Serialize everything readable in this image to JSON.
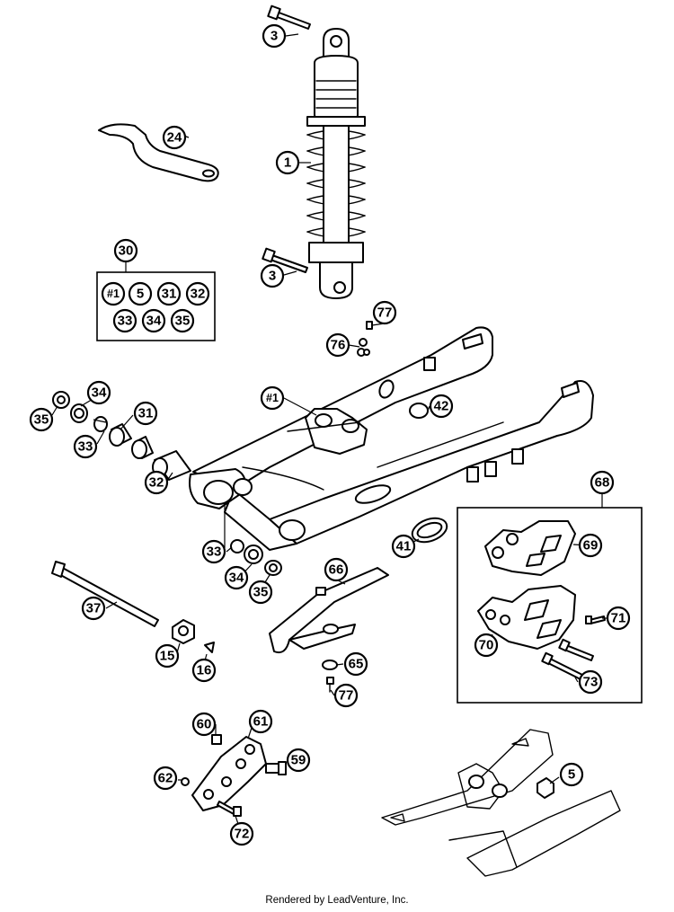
{
  "callouts": {
    "c3a": "3",
    "c24": "24",
    "c1": "1",
    "c3b": "3",
    "c30": "30",
    "kit_items": [
      "#1",
      "5",
      "31",
      "32",
      "33",
      "34",
      "35"
    ],
    "c77a": "77",
    "c76": "76",
    "c34a": "34",
    "c35a": "35",
    "c31": "31",
    "c33a": "33",
    "c32": "32",
    "c1b": "#1",
    "c42": "42",
    "c68": "68",
    "c69": "69",
    "c71": "71",
    "c70": "70",
    "c73": "73",
    "c41": "41",
    "c33b": "33",
    "c34b": "34",
    "c35b": "35",
    "c66": "66",
    "c37": "37",
    "c15": "15",
    "c16": "16",
    "c65": "65",
    "c77b": "77",
    "c60": "60",
    "c61": "61",
    "c59": "59",
    "c62": "62",
    "c72": "72",
    "c5": "5"
  },
  "footer": "Rendered by LeadVenture, Inc."
}
